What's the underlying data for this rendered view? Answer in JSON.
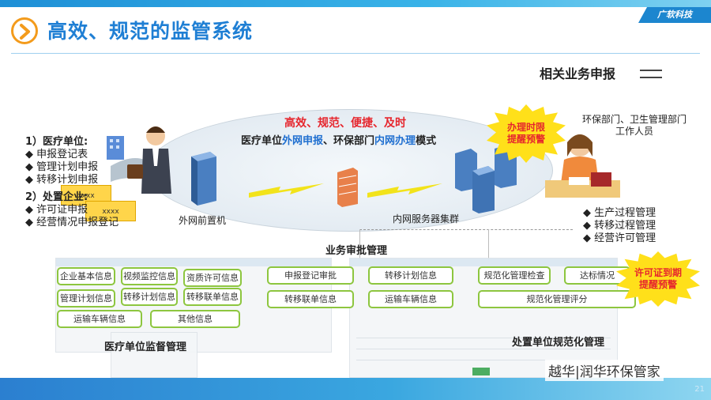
{
  "brand": "广软科技",
  "title": "高效、规范的监管系统",
  "section_heading": "相关业务申报",
  "flow": {
    "top_line": "高效、规范、便捷、及时",
    "mode_a": "医疗单位",
    "mode_b": "外网申报",
    "mode_c": "、环保部门",
    "mode_d": "内网办理",
    "mode_e": "模式"
  },
  "left_list": {
    "h1": "1）医疗单位:",
    "i1": "◆ 申报登记表",
    "i2": "◆ 管理计划申报",
    "i3": "◆ 转移计划申报",
    "h2": "2）处置企业:",
    "i4": "◆ 许可证申报",
    "i5": "◆ 经营情况申报登记"
  },
  "right_caption": {
    "line1": "环保部门、卫生管理部门",
    "line2": "工作人员"
  },
  "right_list": {
    "i1": "◆ 生产过程管理",
    "i2": "◆ 转移过程管理",
    "i3": "◆ 经营许可管理"
  },
  "servers": {
    "outer": "外网前置机",
    "inner": "内网服务器集群"
  },
  "docs": {
    "d1": "xxxx",
    "d2": "xxxx"
  },
  "bursts": {
    "b1_l1": "办理时限",
    "b1_l2": "提醒预警",
    "b2_l1": "许可证到期",
    "b2_l2": "提醒预警"
  },
  "middle_label": "业务审批管理",
  "left_group": {
    "label": "医疗单位监督管理",
    "tags": [
      "企业基本信息",
      "视频监控信息",
      "资质许可信息",
      "管理计划信息",
      "转移计划信息",
      "转移联单信息",
      "运输车辆信息",
      "其他信息"
    ]
  },
  "mid_group": {
    "tags": [
      "申报登记审批",
      "转移联单信息",
      "转移计划信息",
      "运输车辆信息"
    ]
  },
  "right_group": {
    "label": "处置单位规范化管理",
    "tags": [
      "规范化管理检查",
      "达标情况",
      "规范化管理评分"
    ]
  },
  "watermark": "越华|润华环保管家",
  "page_no": "21",
  "colors": {
    "title_blue": "#1f7fd4",
    "accent_orange": "#f39b1c",
    "tag_green": "#8dc63f",
    "alert_red": "#e6262d",
    "burst_yellow": "#ffe01a"
  }
}
